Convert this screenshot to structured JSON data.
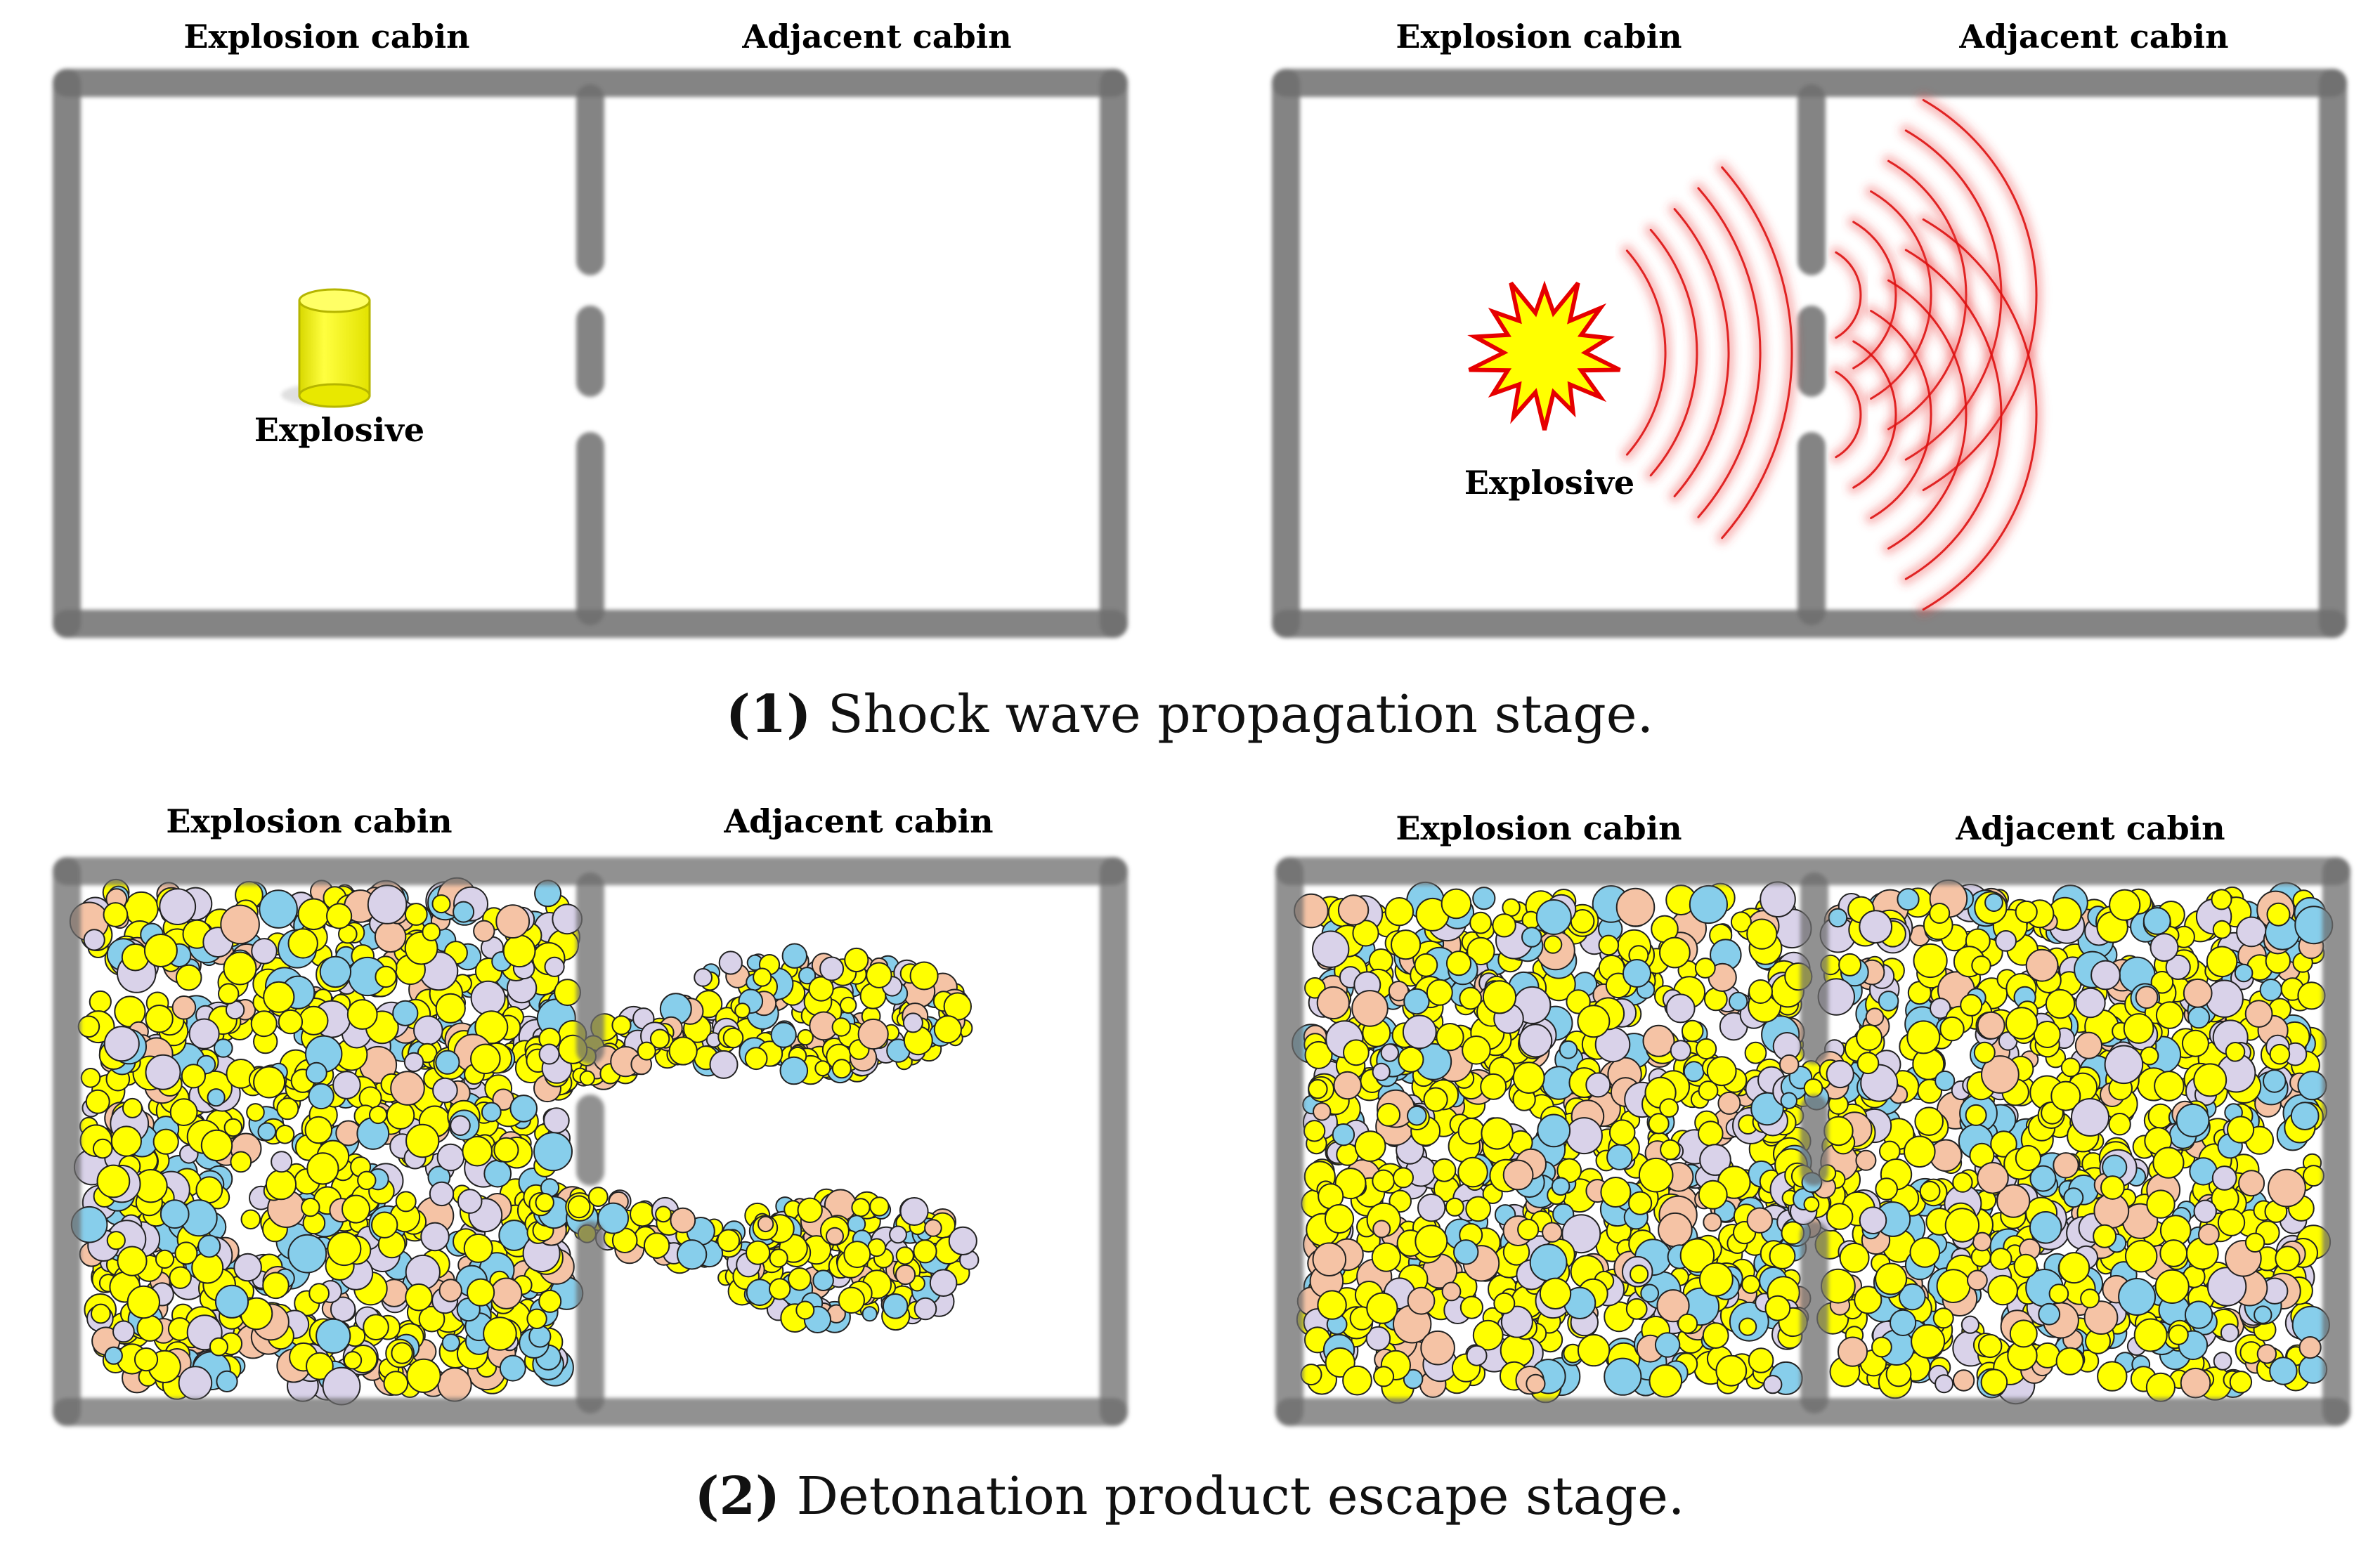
{
  "panels": [
    {
      "label_left": "Explosion cabin",
      "label_right": "Adjacent cabin",
      "explosive_label": "Explosive",
      "state": "charge"
    },
    {
      "label_left": "Explosion cabin",
      "label_right": "Adjacent cabin",
      "explosive_label": "Explosive",
      "state": "shock_wave"
    },
    {
      "label_left": "Explosion cabin",
      "label_right": "Adjacent cabin",
      "state": "partial_escape"
    },
    {
      "label_left": "Explosion cabin",
      "label_right": "Adjacent cabin",
      "state": "filled"
    }
  ],
  "captions": [
    {
      "number": "(1)",
      "text": " Shock wave propagation stage."
    },
    {
      "number": "(2)",
      "text": " Detonation product escape stage."
    }
  ],
  "colors": {
    "wall": "#6e6e6e",
    "charge": "#ffff00",
    "wave": "#dd1111",
    "particles": [
      "#ffff00",
      "#87ceeb",
      "#f5c3a5",
      "#d9d2e9"
    ]
  }
}
